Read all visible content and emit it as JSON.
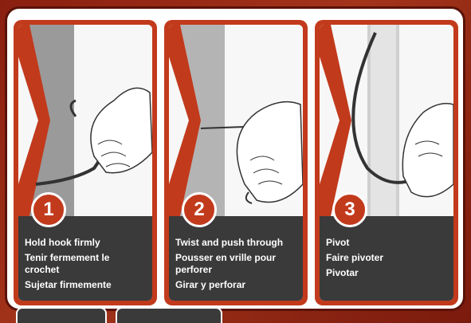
{
  "steps": [
    {
      "number": "1",
      "lines": [
        "Hold hook firmly",
        "Tenir fermement le crochet",
        "Sujetar firmemente"
      ]
    },
    {
      "number": "2",
      "lines": [
        "Twist and push through",
        "Pousser en vrille pour perforer",
        "Girar y perforar"
      ]
    },
    {
      "number": "3",
      "lines": [
        "Pivot",
        "Faire pivoter",
        "Pivotar"
      ]
    }
  ],
  "colors": {
    "accent": "#c23a1c",
    "caption_bg": "#3a3a3a",
    "background": "#8a1f10"
  }
}
